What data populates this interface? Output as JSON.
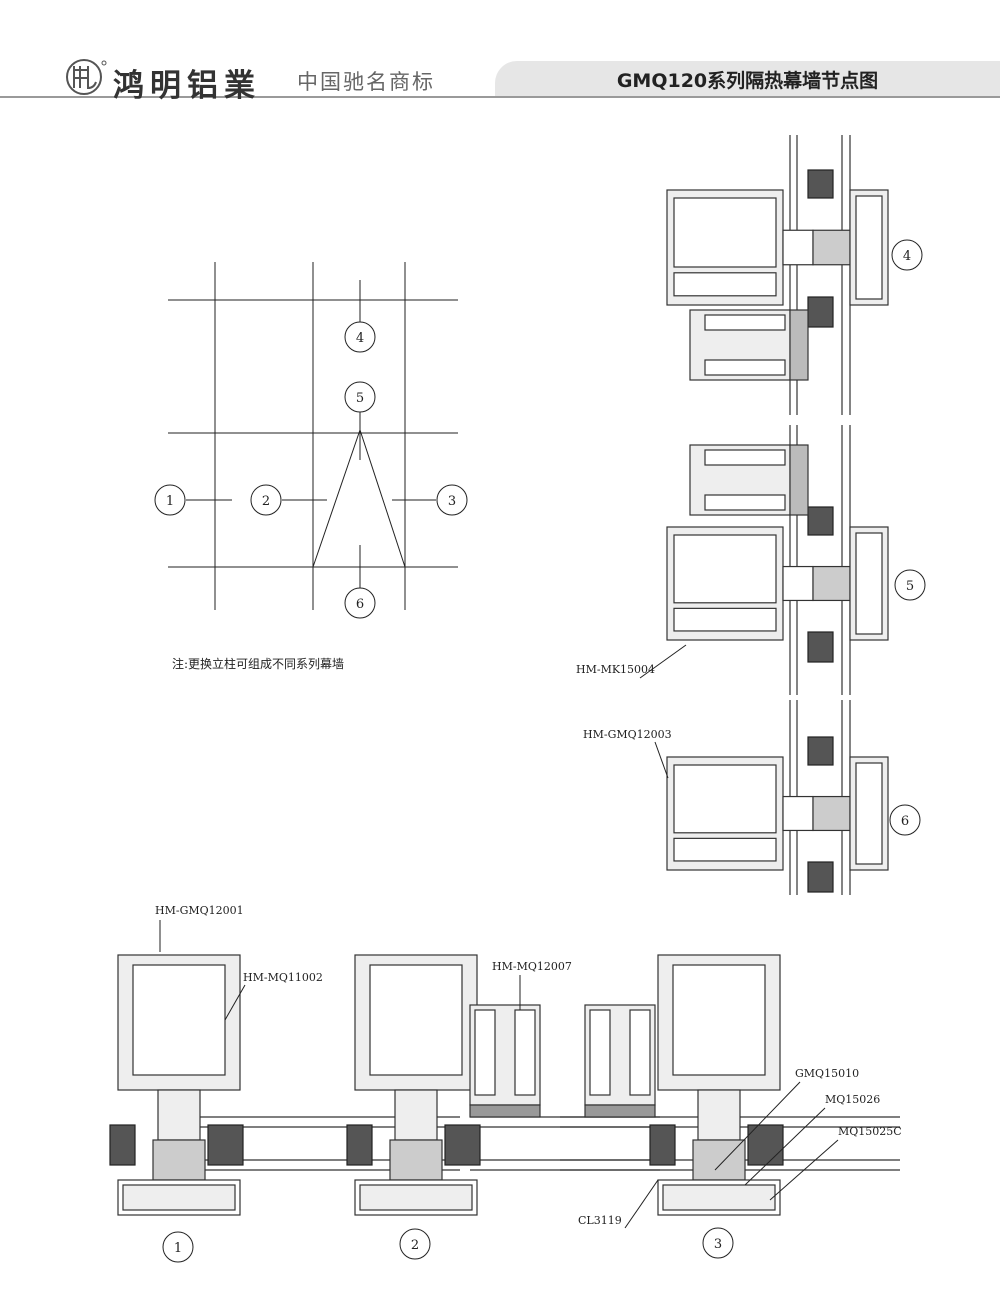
{
  "header": {
    "logo_text": "鸿明",
    "brand": "鸿明铝業",
    "trademark": "中国驰名商标",
    "title": "GMQ120系列隔热幕墙节点图"
  },
  "elevation": {
    "markers": [
      "1",
      "2",
      "3",
      "4",
      "5",
      "6"
    ],
    "note": "注:更换立柱可组成不同系列幕墙"
  },
  "vertical_sections": {
    "markers": [
      "4",
      "5",
      "6"
    ],
    "labels": [
      "HM-MK15004",
      "HM-GMQ12003"
    ]
  },
  "horizontal_sections": {
    "markers": [
      "1",
      "2",
      "3"
    ],
    "labels": [
      "HM-GMQ12001",
      "HM-MQ11002",
      "HM-MQ12007",
      "GMQ15010",
      "MQ15026",
      "MQ15025C",
      "CL3119"
    ]
  }
}
